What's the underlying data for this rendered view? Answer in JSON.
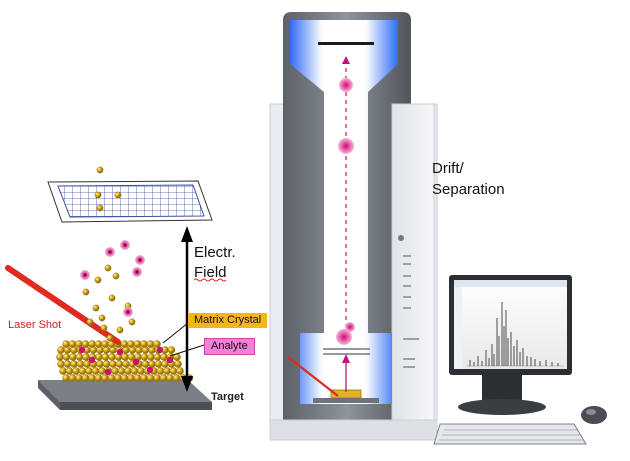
{
  "labels": {
    "drift": [
      "Drift/",
      "Separation"
    ],
    "field": [
      "Electr.",
      "Field"
    ],
    "laser": "Laser Shot",
    "matrix": "Matrix Crystal",
    "analyte": "Analyte",
    "target": "Target"
  },
  "colors": {
    "tube_glow": "#2f6cf5",
    "ion": "#e0449a",
    "laser": "#e02a1f",
    "matrix_box": "#f6b51c",
    "analyte_box": "#f080d8",
    "crystal": "#e3b320"
  }
}
